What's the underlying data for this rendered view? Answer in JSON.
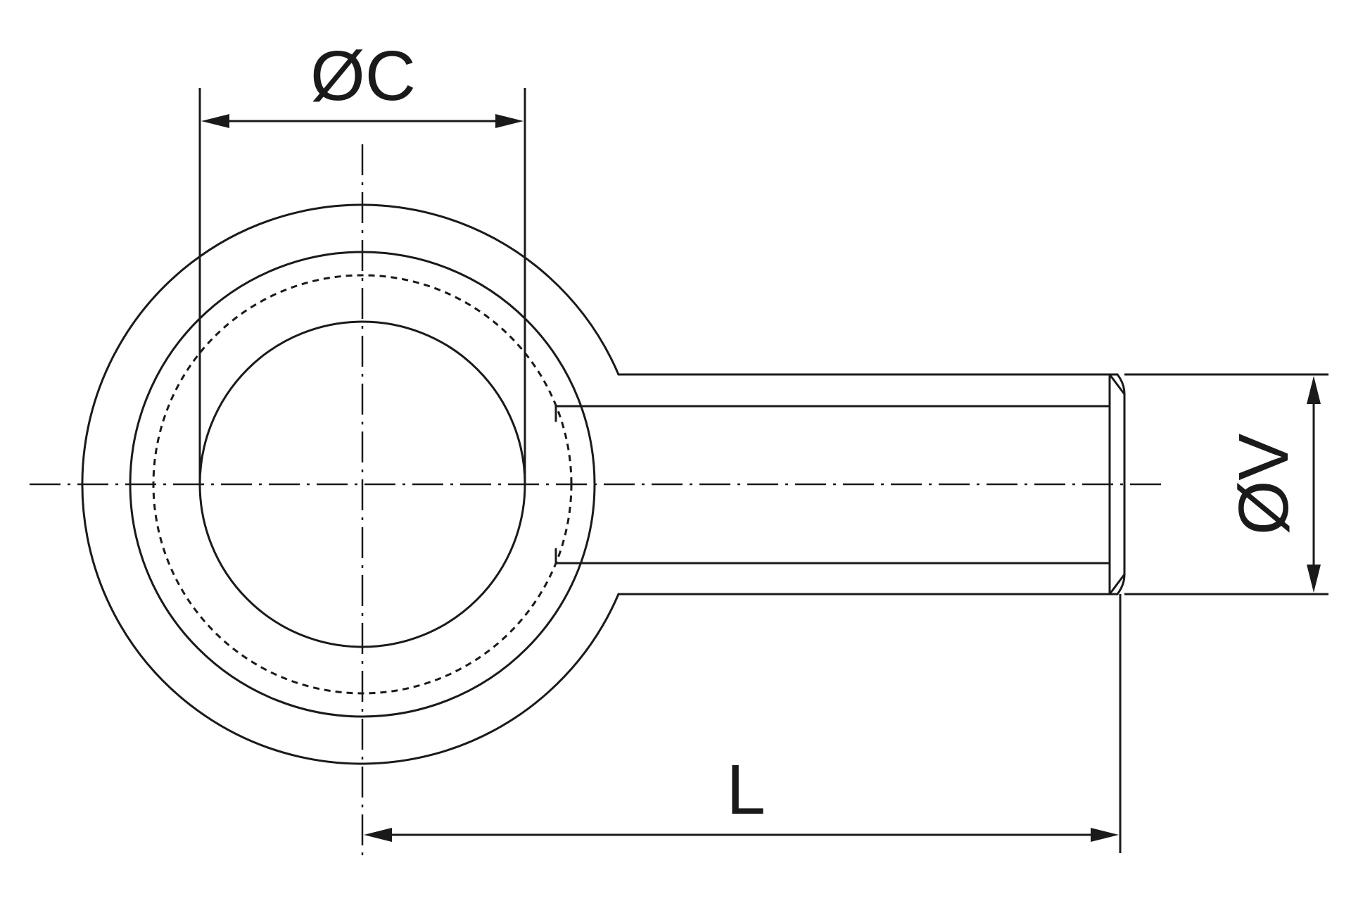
{
  "diagram": {
    "dimensions": {
      "diameter_c": "ØC",
      "diameter_v": "ØV",
      "length": "L"
    },
    "colors": {
      "line": "#1a1a1a",
      "background": "#ffffff"
    }
  }
}
